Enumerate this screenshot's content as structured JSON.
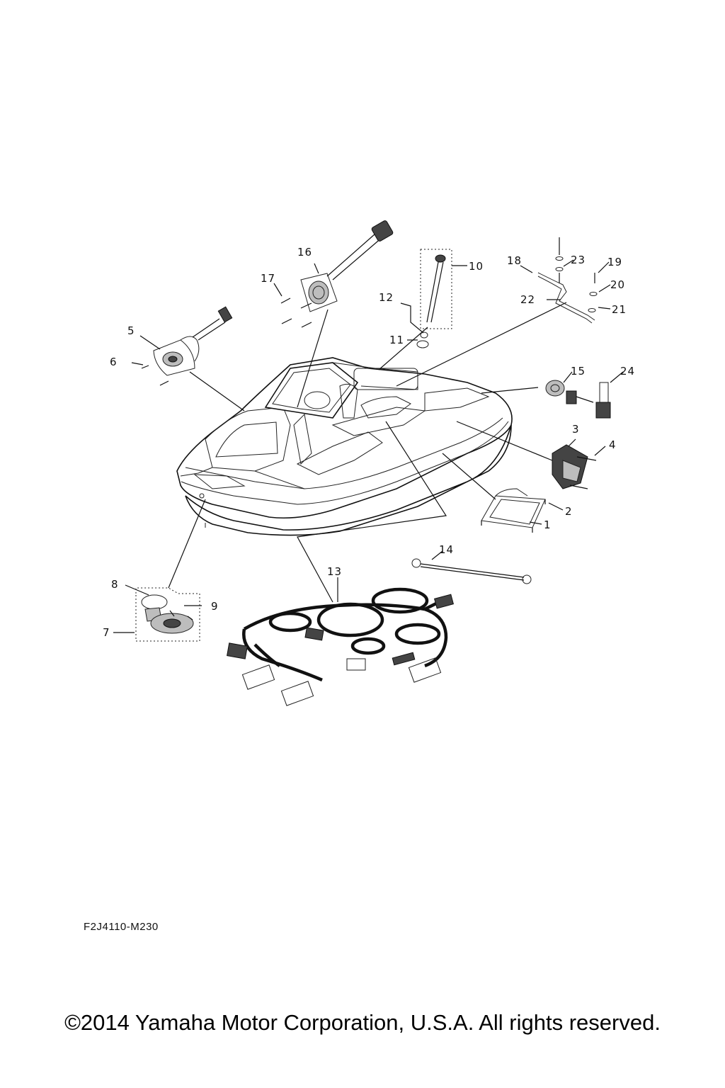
{
  "diagram": {
    "part_labels": [
      "1",
      "2",
      "3",
      "4",
      "5",
      "6",
      "7",
      "8",
      "9",
      "10",
      "11",
      "12",
      "13",
      "14",
      "15",
      "16",
      "17",
      "18",
      "19",
      "20",
      "21",
      "22",
      "23",
      "24"
    ],
    "diagram_code": "F2J4110-M230",
    "copyright": "©2014 Yamaha Motor Corporation, U.S.A. All rights reserved."
  }
}
